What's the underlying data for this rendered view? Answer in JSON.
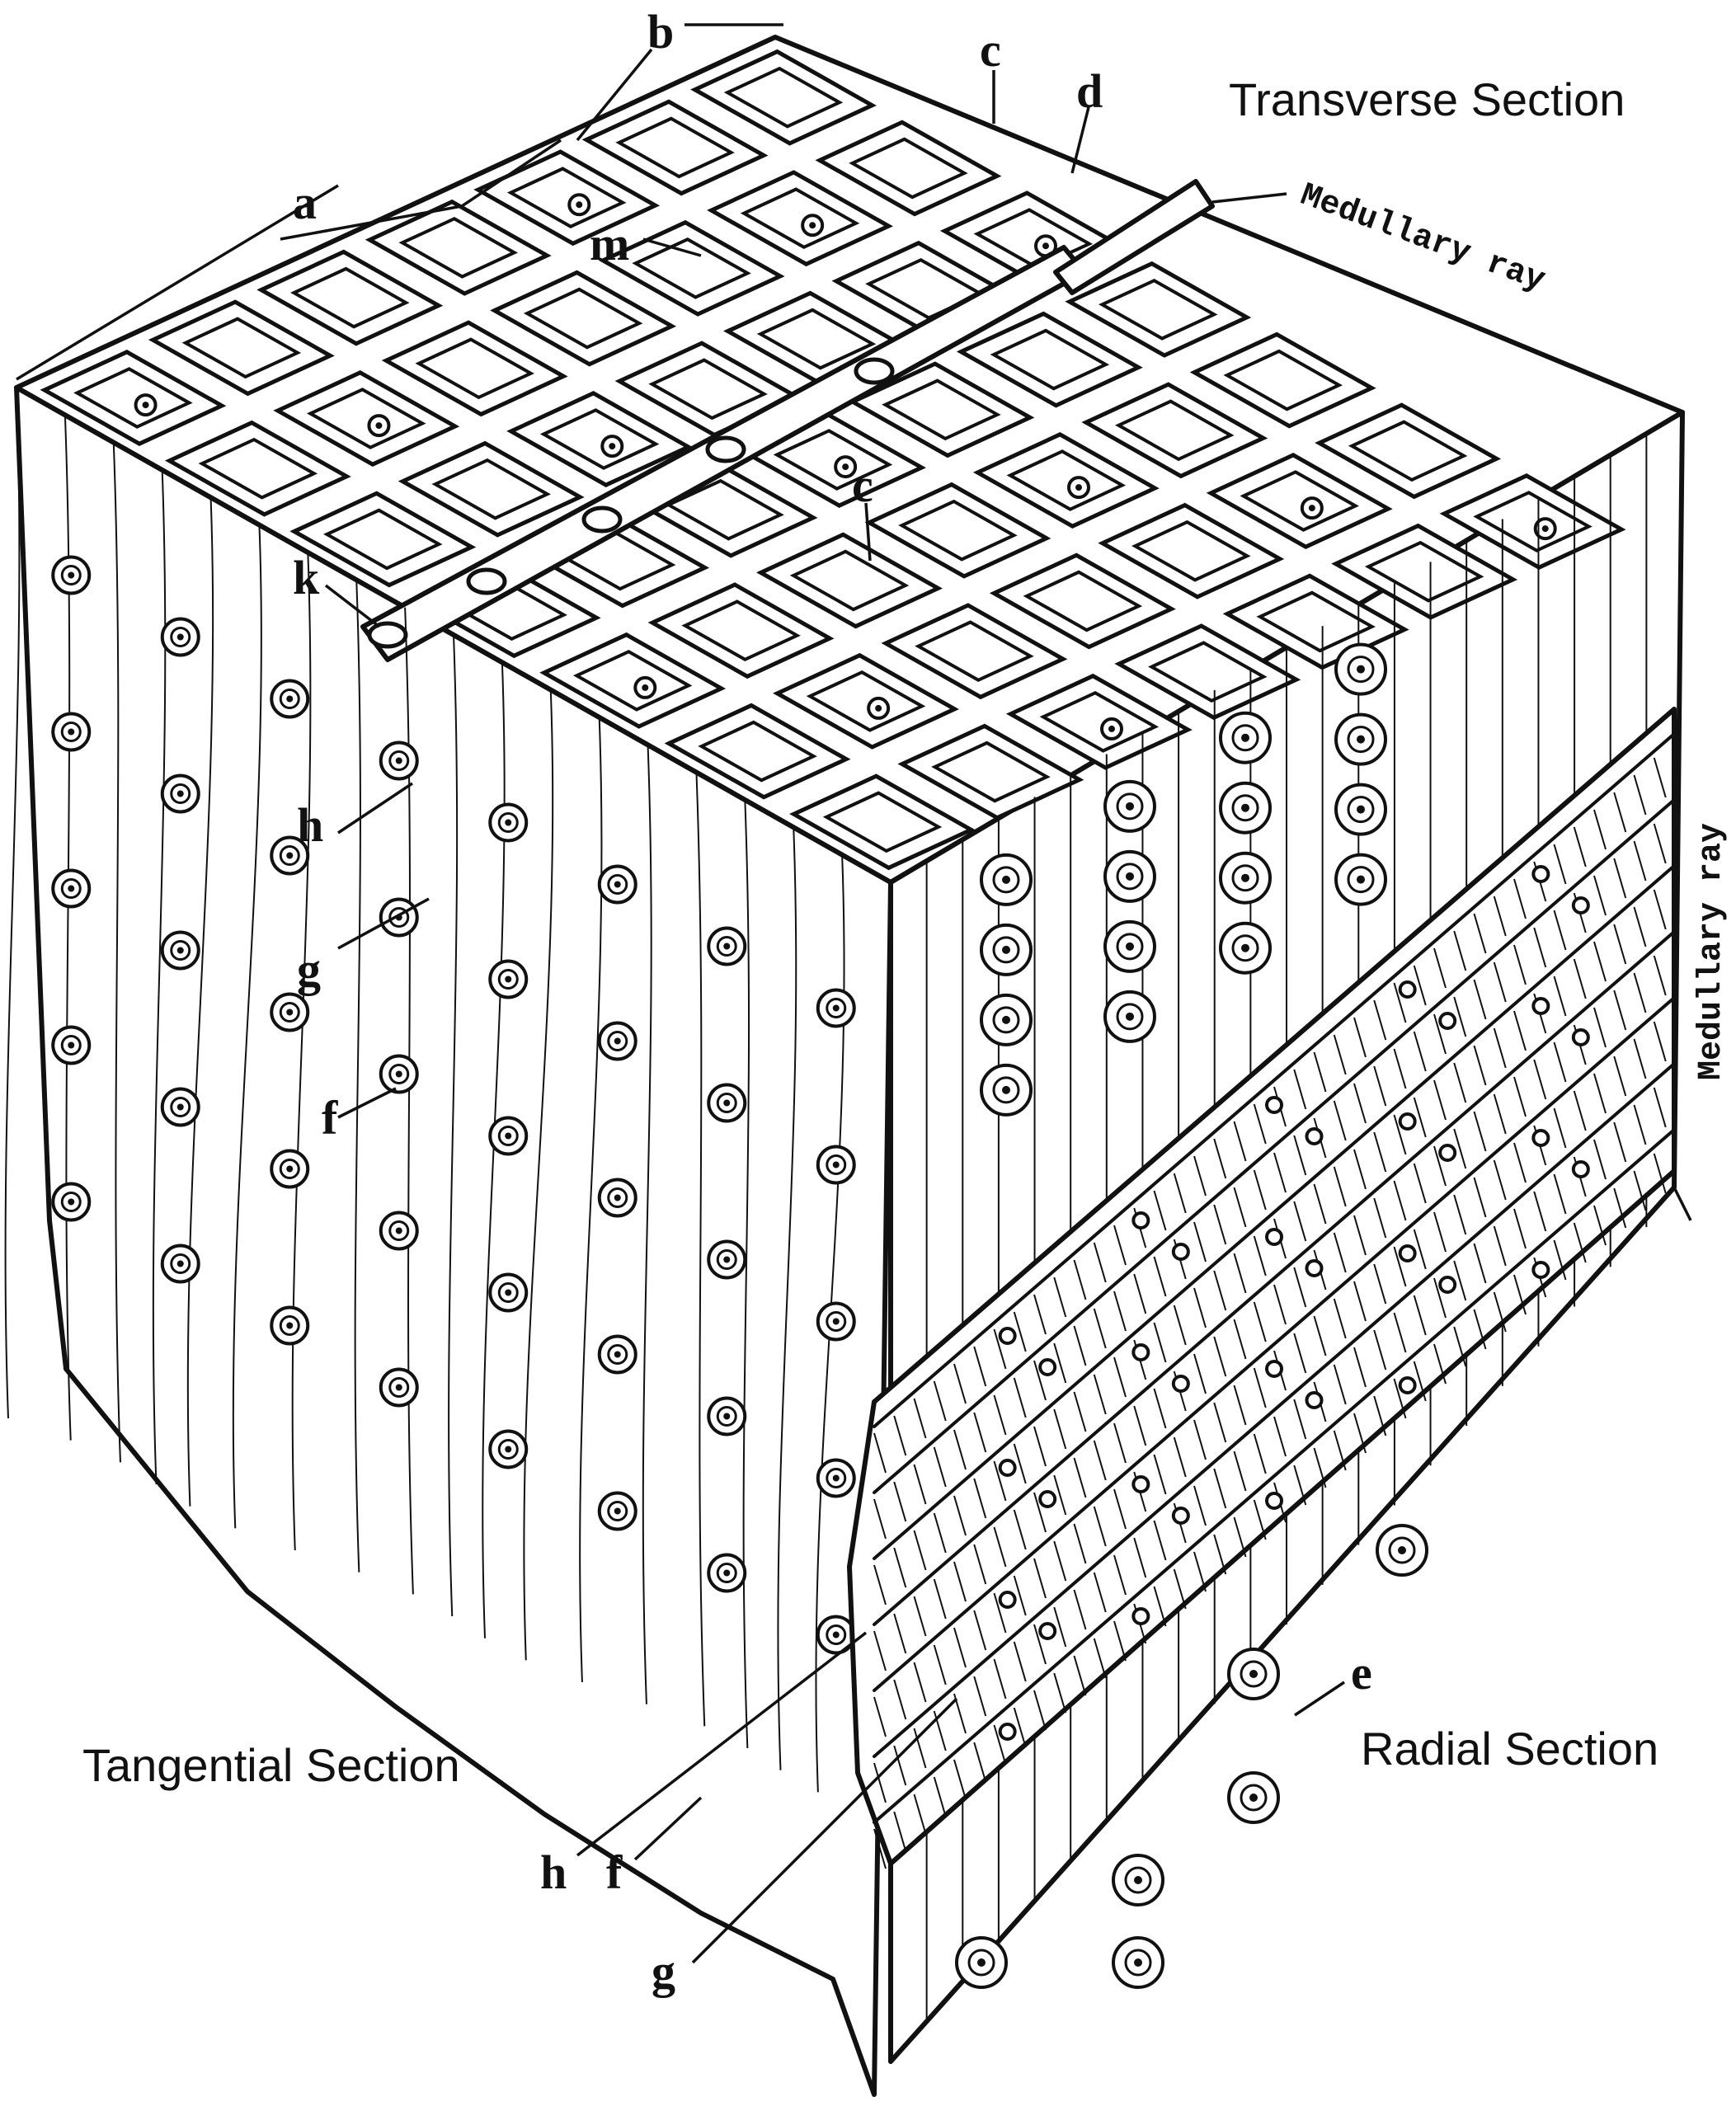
{
  "sections": {
    "transverse": "Transverse Section",
    "tangential": "Tangential Section",
    "radial": "Radial Section"
  },
  "medullary_ray": {
    "top": "Medullary ray",
    "right": "Medullary ray"
  },
  "letters": {
    "a": "a",
    "b": "b",
    "c_top": "c",
    "d": "d",
    "c_mid": "c",
    "m": "m",
    "k": "k",
    "h_upper": "h",
    "g_upper": "g",
    "f_upper": "f",
    "e": "e",
    "h_lower": "h",
    "f_lower": "f",
    "g_lower": "g"
  },
  "colors": {
    "ink": "#111111",
    "paper": "#ffffff"
  }
}
